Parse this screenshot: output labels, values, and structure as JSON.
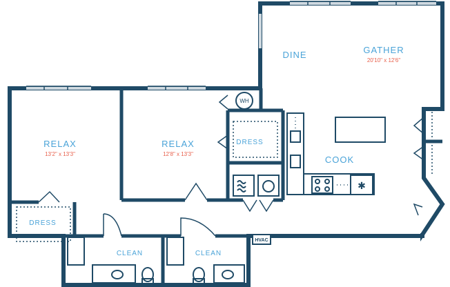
{
  "colors": {
    "wall": "#1f4a66",
    "label": "#4aa3d8",
    "dimension": "#e8604c",
    "window": "#cfd9e0"
  },
  "rooms": {
    "dine": {
      "label": "DINE"
    },
    "gather": {
      "label": "GATHER",
      "dimensions": "20'10\" x 12'6\""
    },
    "relax_1": {
      "label": "RELAX",
      "dimensions": "13'2\" x 13'3\""
    },
    "relax_2": {
      "label": "RELAX",
      "dimensions": "12'8\" x 13'3\""
    },
    "cook": {
      "label": "COOK"
    },
    "dress_1": {
      "label": "DRESS"
    },
    "dress_2": {
      "label": "DRESS"
    },
    "clean_1": {
      "label": "CLEAN"
    },
    "clean_2": {
      "label": "CLEAN"
    }
  },
  "fixtures": {
    "water_heater": "WH",
    "hvac": "HVAC"
  }
}
